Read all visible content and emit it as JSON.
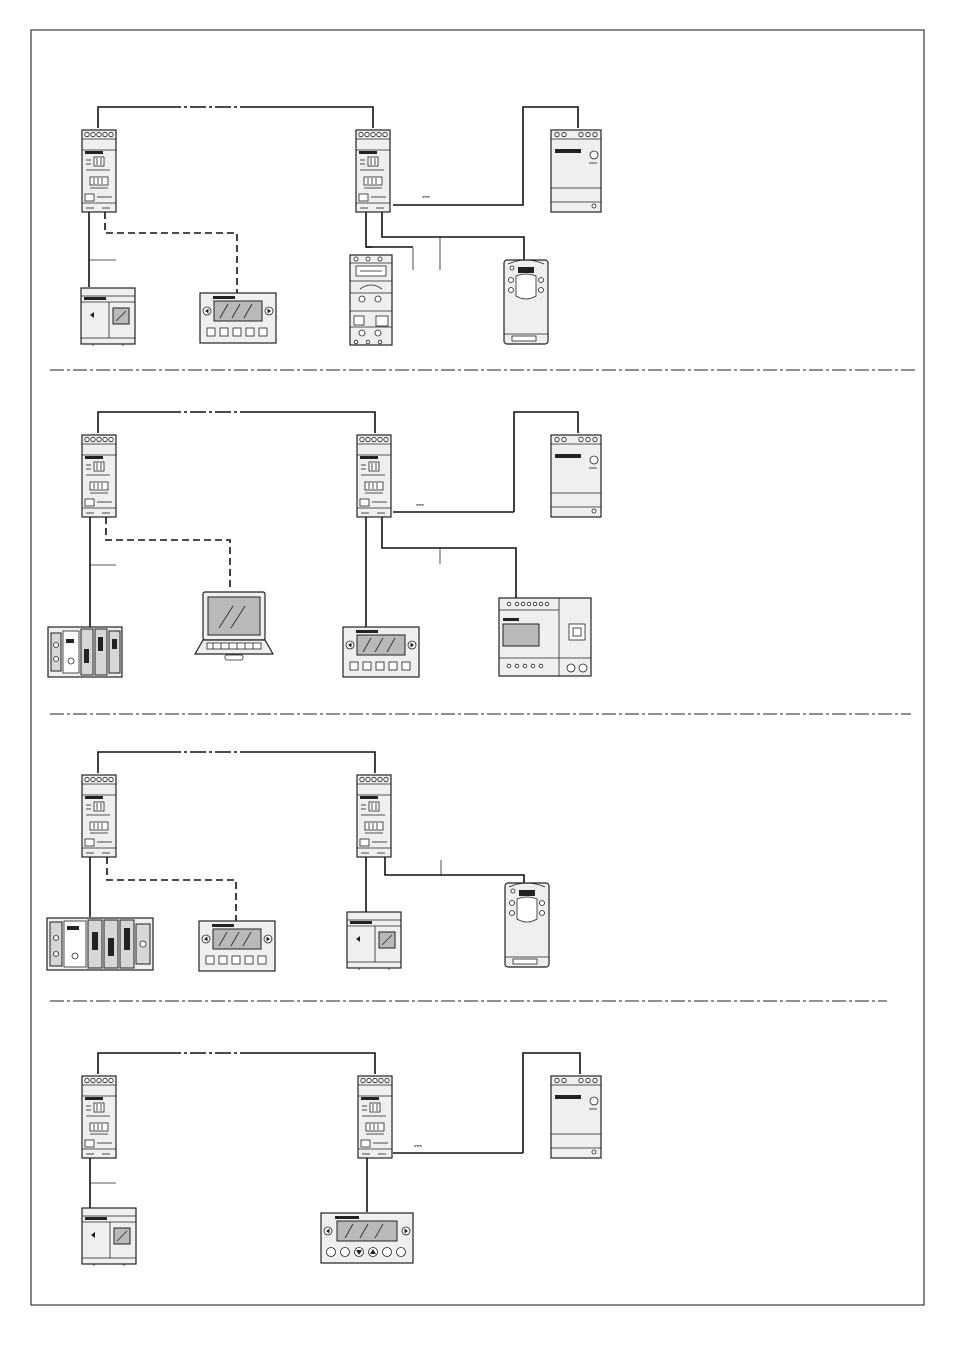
{
  "sections": [
    {
      "id": 1,
      "power_symbol": "⎓"
    },
    {
      "id": 2,
      "power_symbol": "⎓"
    },
    {
      "id": 3,
      "power_symbol": ""
    },
    {
      "id": 4,
      "power_symbol": "⎓"
    }
  ],
  "icons": {
    "gateway": "modbus-gateway-icon",
    "power_supply": "power-supply-icon",
    "plc": "plc-icon",
    "terminal": "operator-terminal-icon",
    "drive": "speed-drive-icon",
    "laptop": "laptop-icon",
    "motor_starter": "motor-starter-icon"
  },
  "colors": {
    "line": "#111111",
    "device_fill": "#efefef",
    "screen": "#b9b9b9"
  }
}
